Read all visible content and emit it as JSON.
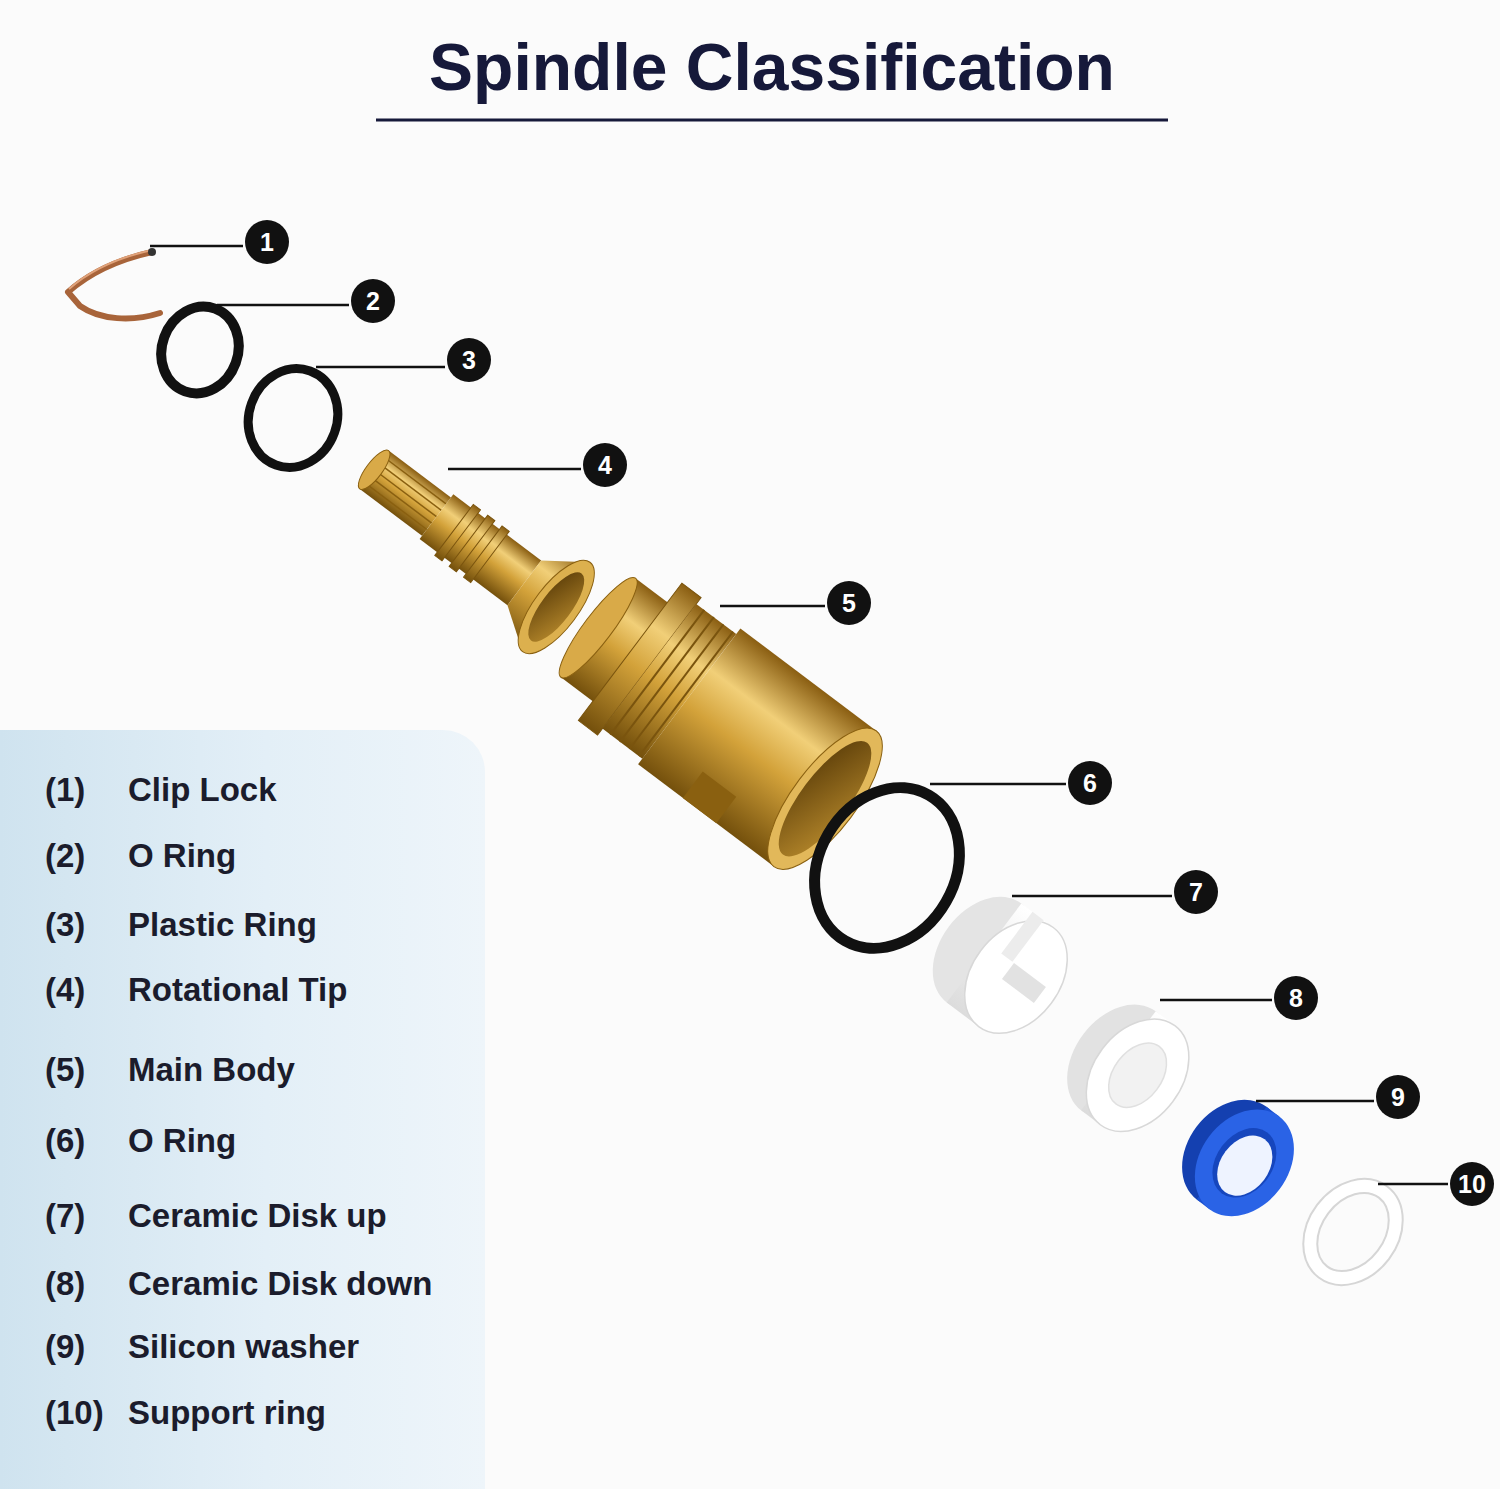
{
  "diagram": {
    "title": "Spindle Classification",
    "nodes": [
      {
        "text": [
          "1"
        ]
      },
      {
        "text": [
          "2"
        ]
      },
      {
        "text": [
          "3"
        ]
      },
      {
        "text": [
          "4"
        ]
      },
      {
        "text": [
          "5"
        ]
      },
      {
        "text": [
          "6"
        ]
      },
      {
        "text": [
          "7"
        ]
      },
      {
        "text": [
          "8"
        ]
      },
      {
        "text": [
          "9"
        ]
      },
      {
        "text": [
          "10"
        ]
      },
      {
        "text": [
          "(1)",
          "Clip Lock",
          "(2)",
          "O Ring",
          "(3)",
          "Plastic Ring",
          "(4)",
          "Rotational Tip",
          "(5)",
          "Main Body",
          "(6)",
          "O Ring",
          "(7)",
          "Ceramic Disk up",
          "(8)",
          "Ceramic Disk down",
          "(9)",
          "Silicon washer",
          "(10)",
          "Support ring"
        ]
      }
    ]
  }
}
